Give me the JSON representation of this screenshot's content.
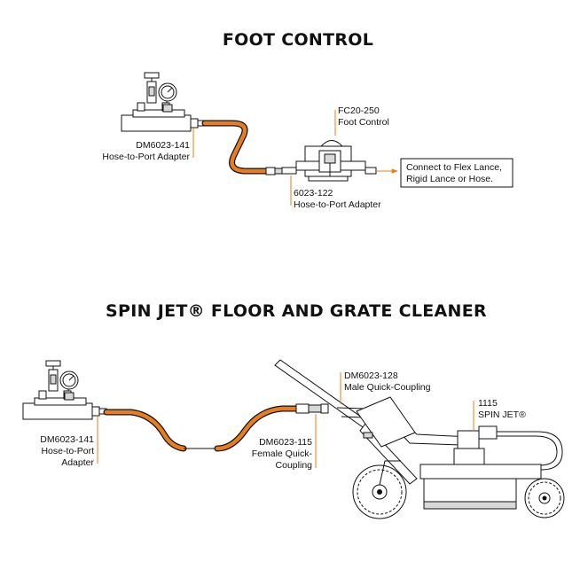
{
  "colors": {
    "accent": "#e87d1e",
    "line": "#111111",
    "fill_grey": "#d8d8d8"
  },
  "foot_control": {
    "title": "FOOT CONTROL",
    "labels": {
      "adapter_141": [
        "DM6023-141",
        "Hose-to-Port Adapter"
      ],
      "foot_control": [
        "FC20-250",
        "Foot Control"
      ],
      "adapter_122": [
        "6023-122",
        "Hose-to-Port Adapter"
      ],
      "connect_note": [
        "Connect to Flex Lance,",
        "Rigid Lance or Hose."
      ]
    }
  },
  "spin_jet": {
    "title": "SPIN JET® FLOOR AND GRATE CLEANER",
    "labels": {
      "adapter_141": [
        "DM6023-141",
        "Hose-to-Port",
        "Adapter"
      ],
      "male_coupling": [
        "DM6023-128",
        "Male Quick-Coupling"
      ],
      "female_coupling": [
        "DM6023-115",
        "Female Quick-",
        "Coupling"
      ],
      "spin_jet": [
        "1115",
        "SPIN JET®"
      ]
    }
  }
}
